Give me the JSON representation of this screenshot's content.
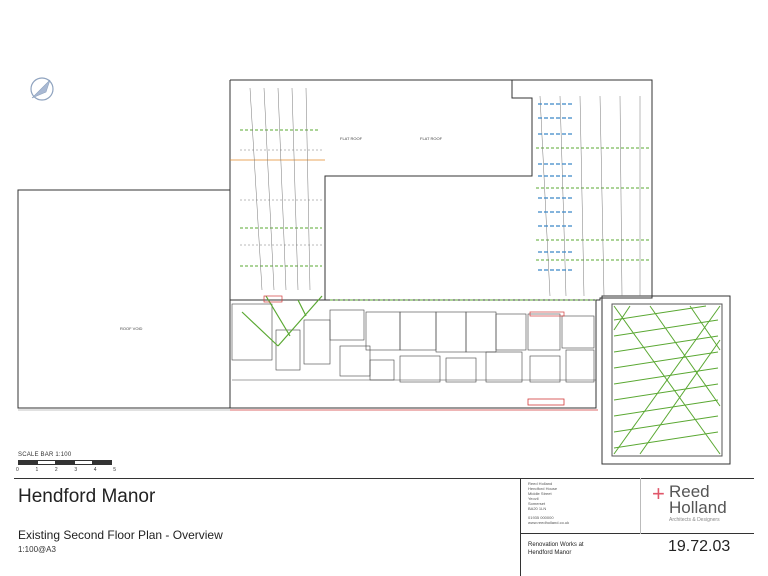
{
  "title_block": {
    "project_name": "Hendford Manor",
    "drawing_title": "Existing Second Floor Plan - Overview",
    "scale_note": "1:100@A3",
    "project_line1": "Renovation Works at",
    "project_line2": "Hendford Manor",
    "drawing_number": "19.72.03"
  },
  "scale_bar": {
    "label": "SCALE BAR 1:100",
    "ticks": [
      "0",
      "1",
      "2",
      "3",
      "4",
      "5"
    ]
  },
  "office": {
    "address_lines": [
      "Reed Holland",
      "Hendford House",
      "Middle Street",
      "Yeovil",
      "Somerset",
      "BA20 1LN"
    ],
    "contact_lines": [
      "01935 000000",
      "www.reedholland.co.uk"
    ]
  },
  "logo": {
    "mark": "+",
    "name_line1": "Reed",
    "name_line2": "Holland",
    "tagline": "Architects & Designers",
    "accent_color": "#e0576a"
  },
  "plan": {
    "room_labels": {
      "left_wing": "ROOF VOID",
      "north_top": "FLAT ROOF",
      "north_top_2": "FLAT ROOF"
    }
  },
  "colors": {
    "green": "#5aa832",
    "blue": "#3a86c8",
    "red": "#d23a3a",
    "orange": "#e08a2a",
    "line": "#333333"
  }
}
